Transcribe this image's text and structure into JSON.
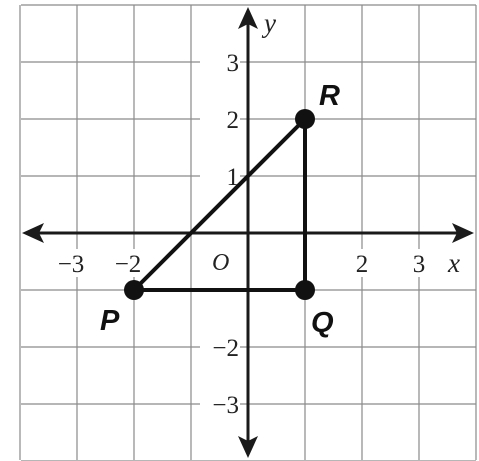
{
  "axes": {
    "x_label": "x",
    "y_label": "y",
    "origin_label": "O",
    "xlim": [
      -4,
      4
    ],
    "ylim": [
      -4,
      4
    ],
    "x_tick_labels": [
      {
        "value": -3,
        "text": "−3"
      },
      {
        "value": -2,
        "text": "−2"
      },
      {
        "value": 2,
        "text": "2"
      },
      {
        "value": 3,
        "text": "3"
      }
    ],
    "y_tick_labels": [
      {
        "value": 3,
        "text": "3"
      },
      {
        "value": 2,
        "text": "2"
      },
      {
        "value": 1,
        "text": "1"
      },
      {
        "value": -2,
        "text": "−2"
      },
      {
        "value": -3,
        "text": "−3"
      }
    ],
    "grid": true
  },
  "triangle": {
    "vertices": [
      {
        "name": "P",
        "x": -2,
        "y": -1
      },
      {
        "name": "Q",
        "x": 1,
        "y": -1
      },
      {
        "name": "R",
        "x": 1,
        "y": 2
      }
    ]
  },
  "colors": {
    "line": "#111111",
    "grid": "#8a8a8a",
    "background": "#ffffff"
  }
}
